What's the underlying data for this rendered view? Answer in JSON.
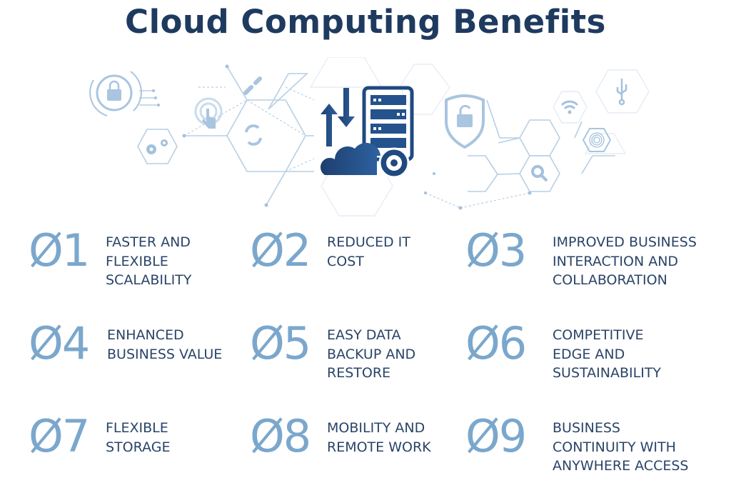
{
  "header": {
    "title": "Cloud Computing Benefits"
  },
  "colors": {
    "title": "#1f3a5f",
    "number": "#7ba7cc",
    "label": "#2a4468",
    "icon_light": "#a9c5df",
    "icon_dark": "#1f4a80"
  },
  "hero": {
    "icons": [
      "padlock-icon",
      "gears-icon",
      "touch-icon",
      "link-icon",
      "sync-icon",
      "cloud-server-icon",
      "shield-lock-icon",
      "search-icon",
      "wifi-icon",
      "usb-icon",
      "fingerprint-icon"
    ]
  },
  "benefits": [
    {
      "number": "01",
      "lines": [
        "FASTER AND",
        "FLEXIBLE",
        "SCALABILITY"
      ]
    },
    {
      "number": "02",
      "lines": [
        "REDUCED IT",
        "COST"
      ]
    },
    {
      "number": "03",
      "lines": [
        "IMPROVED BUSINESS",
        "INTERACTION AND",
        "COLLABORATION"
      ]
    },
    {
      "number": "04",
      "lines": [
        "ENHANCED",
        "BUSINESS VALUE"
      ]
    },
    {
      "number": "05",
      "lines": [
        "EASY DATA",
        "BACKUP AND",
        "RESTORE"
      ]
    },
    {
      "number": "06",
      "lines": [
        "COMPETITIVE",
        "EDGE AND",
        "SUSTAINABILITY"
      ]
    },
    {
      "number": "07",
      "lines": [
        "FLEXIBLE",
        "STORAGE"
      ]
    },
    {
      "number": "08",
      "lines": [
        "MOBILITY AND",
        "REMOTE WORK"
      ]
    },
    {
      "number": "09",
      "lines": [
        "BUSINESS",
        "CONTINUITY WITH",
        "ANYWHERE ACCESS"
      ]
    }
  ]
}
